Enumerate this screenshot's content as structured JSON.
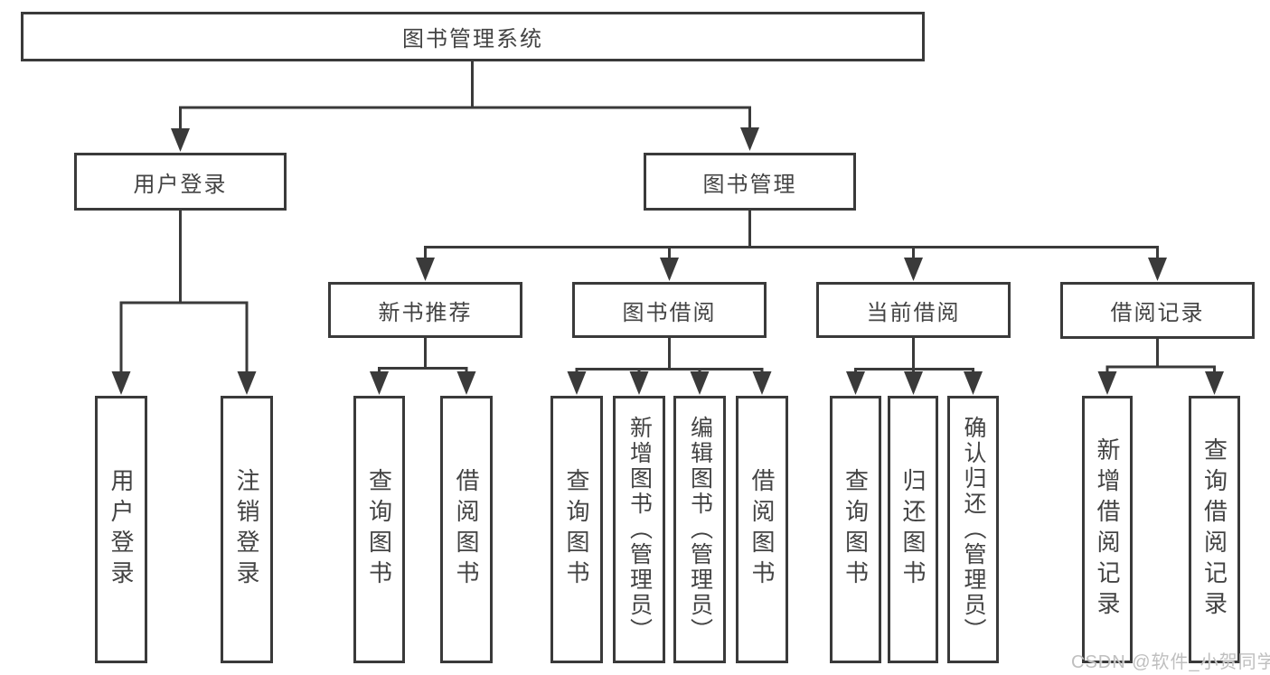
{
  "diagram": {
    "root": "图书管理系统",
    "user_login": {
      "label": "用户登录",
      "children": [
        "用户登录",
        "注销登录"
      ]
    },
    "book_management": {
      "label": "图书管理",
      "sections": [
        {
          "label": "新书推荐",
          "children": [
            "查询图书",
            "借阅图书"
          ]
        },
        {
          "label": "图书借阅",
          "children": [
            "查询图书",
            "新增图书（管理员）",
            "编辑图书（管理员）",
            "借阅图书"
          ]
        },
        {
          "label": "当前借阅",
          "children": [
            "查询图书",
            "归还图书",
            "确认归还（管理员）"
          ]
        },
        {
          "label": "借阅记录",
          "children": [
            "新增借阅记录",
            "查询借阅记录"
          ]
        }
      ]
    }
  },
  "watermark": "CSDN @软件_小贺同学",
  "colors": {
    "line": "#3a3a3a",
    "text": "#434343",
    "watermark": "#bfbfbf",
    "background": "#ffffff"
  }
}
